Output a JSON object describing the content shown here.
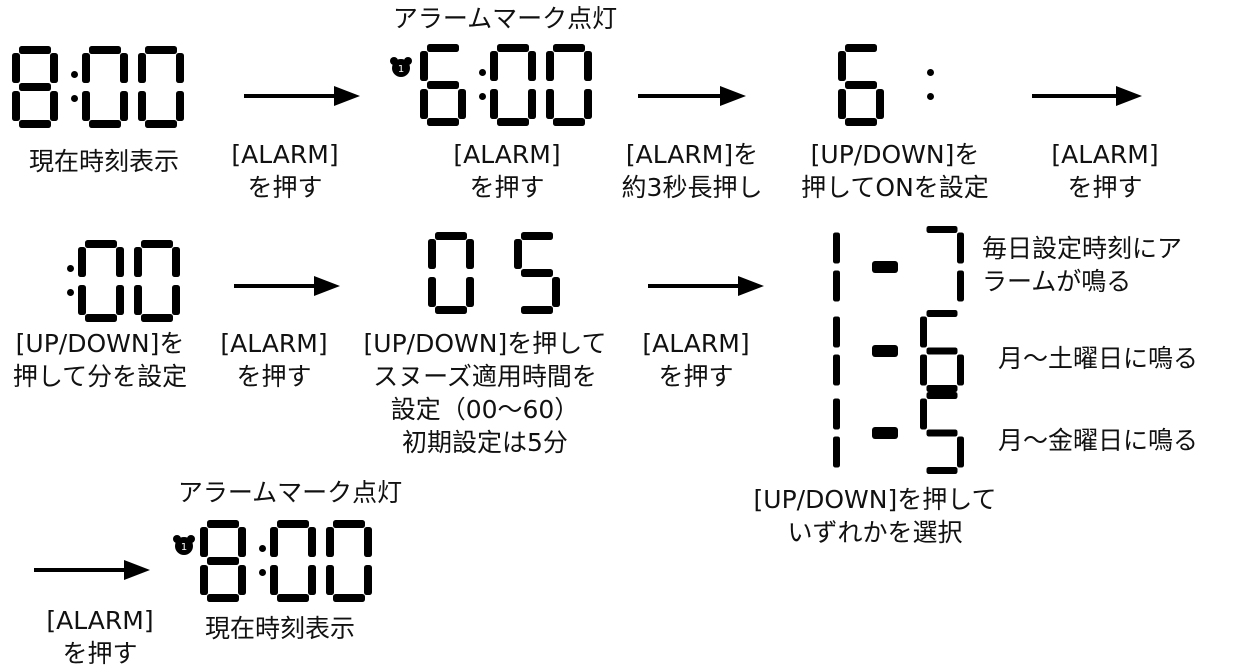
{
  "colors": {
    "ink": "#000000",
    "background": "#ffffff"
  },
  "icons": {
    "alarm": "alarm-clock-icon"
  },
  "row1": {
    "d1": {
      "digits": "8:00"
    },
    "d1_caption": "現在時刻表示",
    "a1_caption": [
      "[ALARM]",
      "を押す"
    ],
    "d2_title": "アラームマーク点灯",
    "d2": {
      "digits": "6:00"
    },
    "a2_caption": [
      "[ALARM]",
      "を押す"
    ],
    "d3": {
      "digits": "6:"
    },
    "a3_caption": [
      "[ALARM]を",
      "約3秒長押し"
    ],
    "a4_caption": [
      "[UP/DOWN]を",
      "押してONを設定"
    ],
    "a5_caption": [
      "[ALARM]",
      "を押す"
    ]
  },
  "row2": {
    "d4": {
      "digits": ":00"
    },
    "d4_caption": [
      "[UP/DOWN]を",
      "押して分を設定"
    ],
    "a6_caption": [
      "[ALARM]",
      "を押す"
    ],
    "d5": {
      "digits": "05"
    },
    "d5_caption": [
      "[UP/DOWN]を押して",
      "スヌーズ適用時間を",
      "設定（00〜60）",
      "初期設定は5分"
    ],
    "a7_caption": [
      "[ALARM]",
      "を押す"
    ],
    "options": [
      {
        "digits": "1-7",
        "text": [
          "毎日設定時刻にア",
          "ラームが鳴る"
        ]
      },
      {
        "digits": "1-6",
        "text": [
          "月〜土曜日に鳴る"
        ]
      },
      {
        "digits": "1-5",
        "text": [
          "月〜金曜日に鳴る"
        ]
      }
    ],
    "options_caption": [
      "[UP/DOWN]を押して",
      "いずれかを選択"
    ]
  },
  "row3": {
    "a8_caption": [
      "[ALARM]",
      "を押す"
    ],
    "d6_title": "アラームマーク点灯",
    "d6": {
      "digits": "8:00"
    },
    "d6_caption": "現在時刻表示"
  }
}
